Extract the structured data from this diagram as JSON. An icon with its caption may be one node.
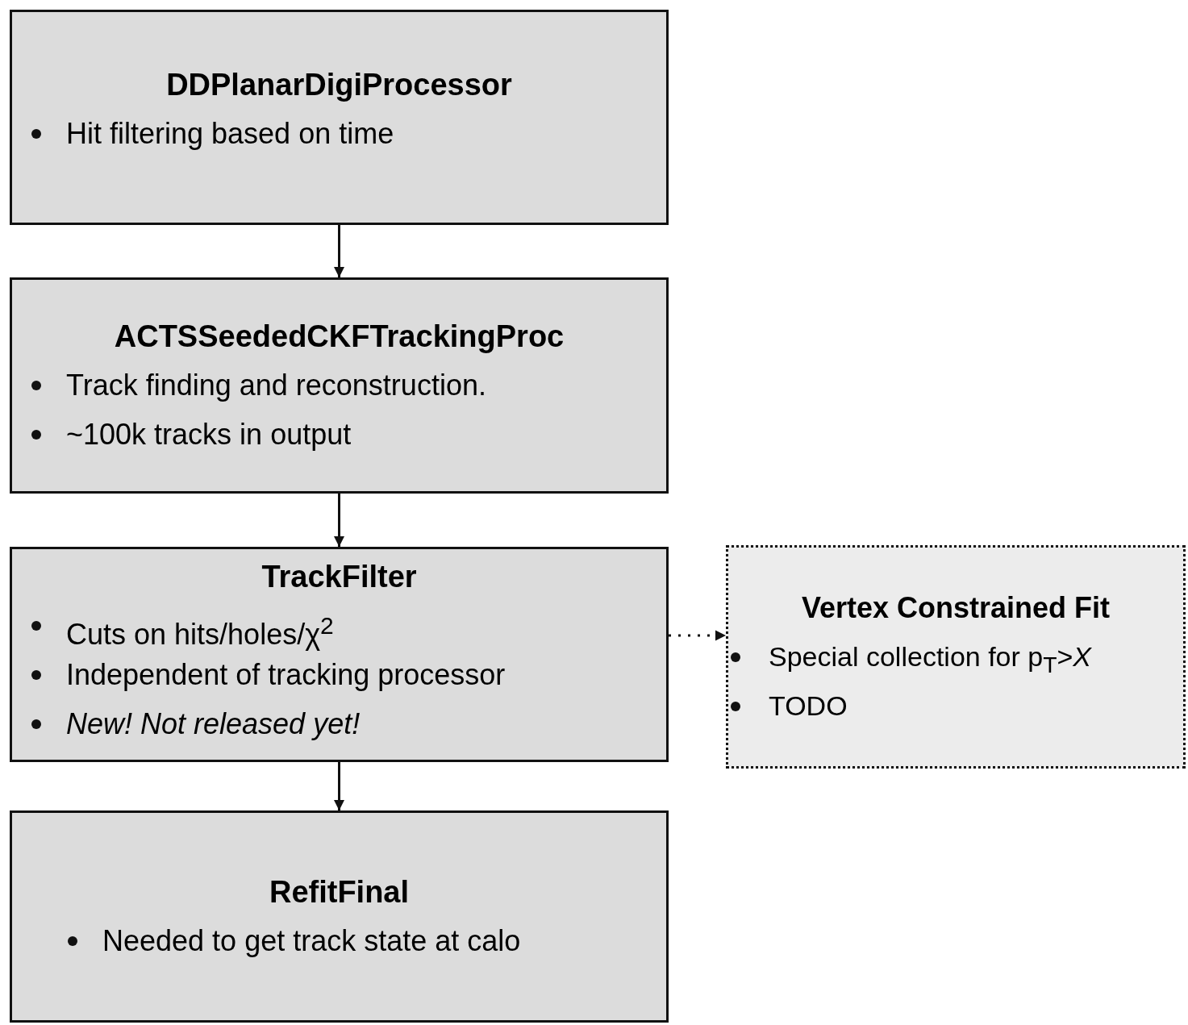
{
  "diagram": {
    "nodes": [
      {
        "text": [
          "DDPlanarDigiProcessor",
          "Hit filtering based on time"
        ]
      },
      {
        "text": [
          "ACTSSeededCKFTrackingProc",
          "Track finding and reconstruction.",
          "~100k tracks in output"
        ]
      },
      {
        "text": [
          "TrackFilter",
          "Cuts on hits/holes/χ$^{2}$",
          "Independent of tracking processor",
          "New! Not released yet!"
        ]
      },
      {
        "text": [
          "RefitFinal",
          "Needed to get track state at calo"
        ]
      },
      {
        "text": [
          "Vertex Constrained Fit",
          "Special collection for p$_{T}$>*X*",
          "TODO"
        ]
      }
    ],
    "edges": [
      {
        "from": 0,
        "to": 1,
        "arrow": "to"
      },
      {
        "from": 1,
        "to": 2,
        "arrow": "to"
      },
      {
        "from": 2,
        "to": 3,
        "arrow": "to"
      },
      {
        "from": 2,
        "to": 4,
        "arrow": "to",
        "style": "dashed"
      }
    ]
  }
}
